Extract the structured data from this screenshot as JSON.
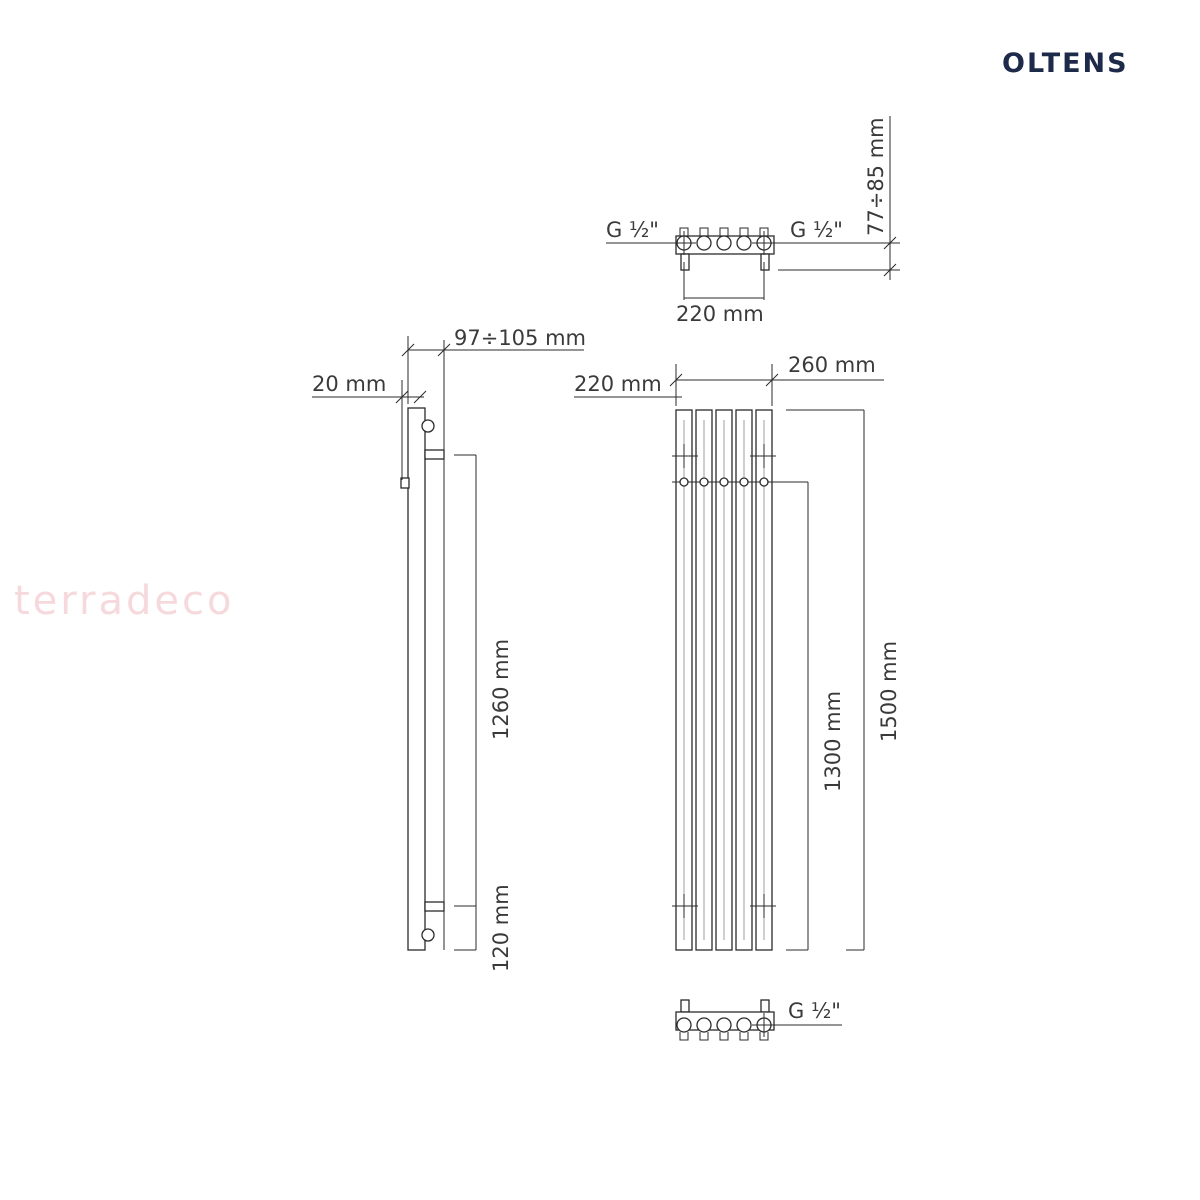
{
  "brand": "OLTENS",
  "watermark": "terradeco",
  "colors": {
    "line": "#2b2b2b",
    "brand": "#1e2a4a",
    "watermark": "#f6d9dc"
  },
  "labels": {
    "top_g_left": "G ½\"",
    "top_g_right": "G ½\"",
    "top_depth": "77÷85 mm",
    "top_width": "220 mm",
    "side_depth": "97÷105 mm",
    "side_wall": "20 mm",
    "side_height": "1260 mm",
    "side_bottom": "120 mm",
    "front_inner_width": "220 mm",
    "front_outer_width": "260 mm",
    "front_pipe_height": "1300 mm",
    "front_total_height": "1500 mm",
    "bottom_g": "G ½\""
  }
}
